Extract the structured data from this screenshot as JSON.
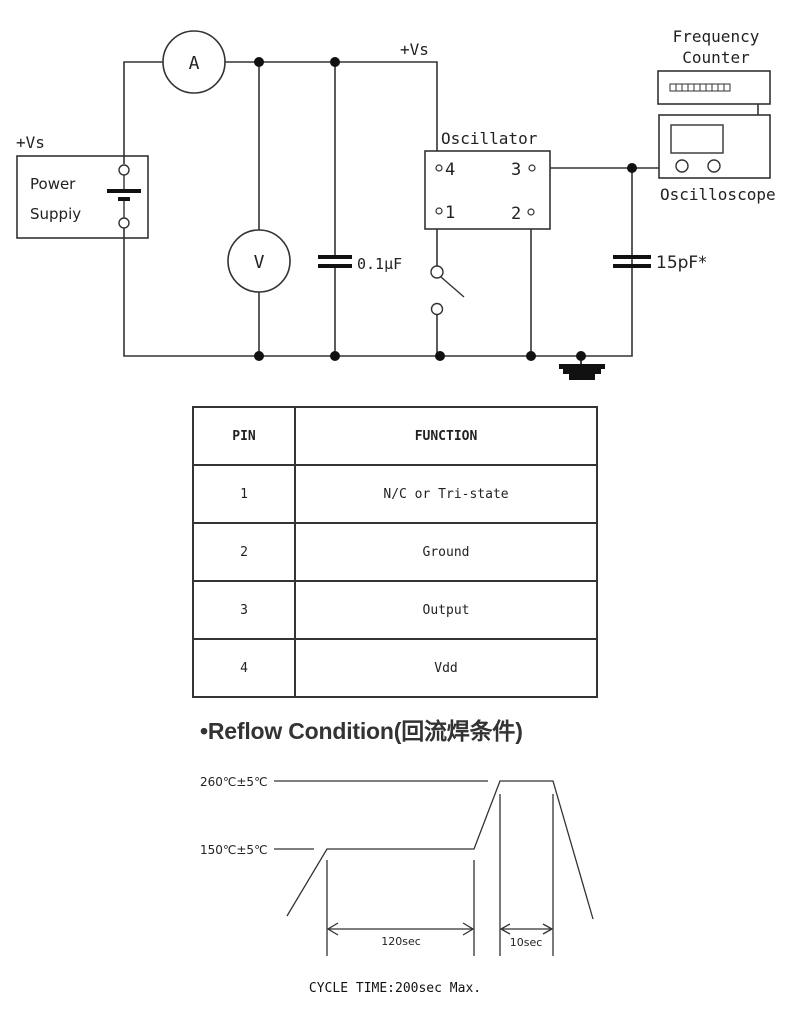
{
  "circuit": {
    "power_supply": {
      "label_line1": "Power",
      "label_line2": "Suppiy",
      "supply_label": "+Vs"
    },
    "ammeter_label": "A",
    "voltmeter_label": "V",
    "bypass_capacitor_label": "0.1µF",
    "vs_label": "+Vs",
    "oscillator": {
      "title": "Oscillator",
      "pins": {
        "p1": "1",
        "p2": "2",
        "p3": "3",
        "p4": "4"
      }
    },
    "load_capacitor_label": "15pF*",
    "frequency_counter": {
      "line1": "Frequency",
      "line2": "Counter"
    },
    "oscilloscope_label": "Oscilloscope"
  },
  "pin_table": {
    "headers": [
      "PIN",
      "FUNCTION"
    ],
    "rows": [
      {
        "pin": "1",
        "function": "N/C or Tri-state"
      },
      {
        "pin": "2",
        "function": "Ground"
      },
      {
        "pin": "3",
        "function": "Output"
      },
      {
        "pin": "4",
        "function": "Vdd"
      }
    ]
  },
  "reflow": {
    "title": "•Reflow Condition(回流焊条件)",
    "peak_label": "260℃±5℃",
    "preheat_label": "150℃±5℃",
    "preheat_duration": "120sec",
    "peak_duration": "10sec",
    "cycle_time": "CYCLE TIME:200sec Max."
  }
}
